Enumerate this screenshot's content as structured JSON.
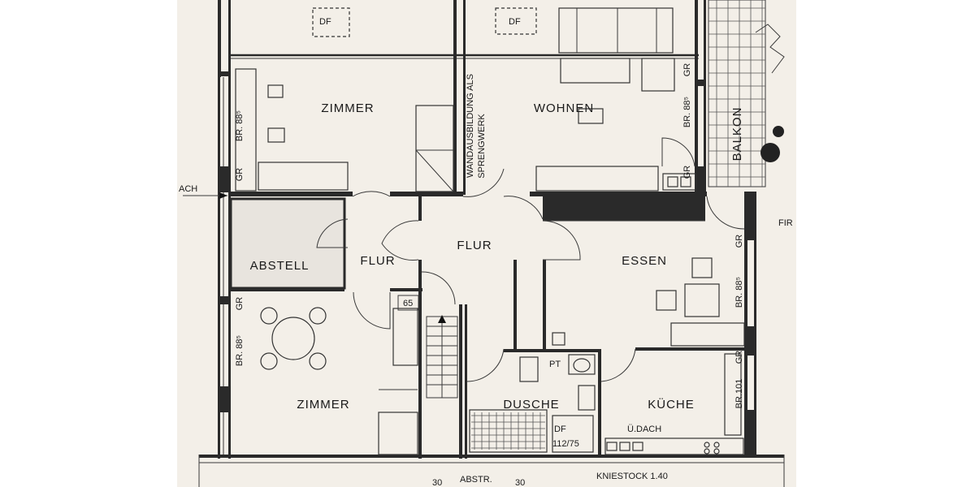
{
  "rooms": {
    "zimmer_top": "ZIMMER",
    "wohnen": "WOHNEN",
    "flur_center": "FLUR",
    "flur_left": "FLUR",
    "abstell": "ABSTELL",
    "essen": "ESSEN",
    "zimmer_bottom": "ZIMMER",
    "dusche": "DUSCHE",
    "kueche": "KÜCHE",
    "balkon": "BALKON"
  },
  "annotations": {
    "df_1": "DF",
    "df_2": "DF",
    "df_3": "DF",
    "df_size": "112/75",
    "br_zimmer_top": "BR. 88⁵",
    "gr_1": "GR",
    "gr_2": "GR",
    "gr_3": "GR",
    "gr_4": "GR",
    "gr_5": "GR",
    "gr_6": "GR",
    "br_wohnen": "BR. 88⁵",
    "br_zimmer_bottom": "BR. 88⁵",
    "br_essen": "BR. 88⁵",
    "br_kueche": "BR.101",
    "wand": "WANDAUSBILDUNG ALS",
    "sprengwerk": "SPRENGWERK",
    "dim_65": "65",
    "pt": "PT",
    "u_dach": "Ü.DACH",
    "kniestock": "KNIESTOCK 1.40",
    "abstr": "ABSTR.",
    "dim_30a": "30",
    "dim_30b": "30",
    "ach": "ACH",
    "fir": "FIR"
  },
  "colors": {
    "background": "#f3efe8",
    "margin": "#ffffff",
    "ink": "#2a2a2a",
    "abstell_fill": "#e8e4de"
  }
}
